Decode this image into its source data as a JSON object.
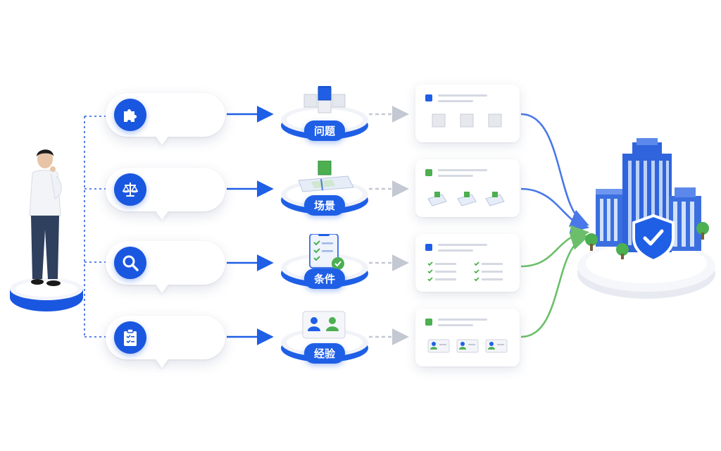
{
  "colors": {
    "primary_blue": "#1f5fe6",
    "green": "#4caf50",
    "connector_blue": "#4a78e8",
    "connector_green": "#6cbf6a"
  },
  "steps": [
    {
      "icon": "puzzle-icon",
      "label": "问题",
      "card_icon": "cube-icon",
      "accent": "blue"
    },
    {
      "icon": "scales-icon",
      "label": "场景",
      "card_icon": "map-icon",
      "accent": "green"
    },
    {
      "icon": "magnifier-icon",
      "label": "条件",
      "card_icon": "checklist-icon",
      "accent": "blue"
    },
    {
      "icon": "clipboard-icon",
      "label": "经验",
      "card_icon": "person-card-icon",
      "accent": "green"
    }
  ]
}
